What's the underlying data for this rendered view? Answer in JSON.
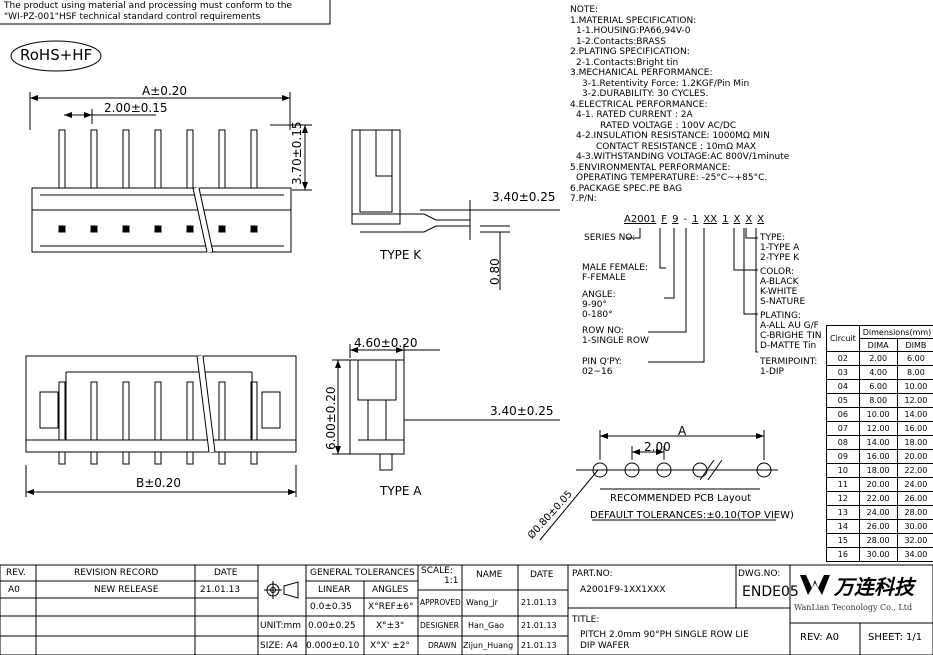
{
  "header": {
    "requirement_line1": "The product using material and processing must conform to the",
    "requirement_line2": "\"WI-PZ-001\"HSF technical standard control requirements",
    "rohs": "RoHS+HF"
  },
  "drawing": {
    "dim_a": "A±0.20",
    "dim_pitch": "2.00±0.15",
    "dim_height": "3.70±0.15",
    "dim_340_k": "3.40±0.25",
    "dim_080": "0.80",
    "type_k": "TYPE K",
    "dim_b": "B±0.20",
    "dim_600": "6.00±0.20",
    "dim_460": "4.60±0.20",
    "dim_340_a": "3.40±0.25",
    "type_a": "TYPE A",
    "pcb_a": "A",
    "pcb_pitch": "2.00",
    "pcb_hole": "Ø0.80±0.05",
    "pcb_caption": "RECOMMENDED PCB Layout",
    "default_tol": "DEFAULT TOLERANCES:±0.10(TOP VIEW)"
  },
  "notes": [
    "NOTE:",
    "1.MATERIAL SPECIFICATION:",
    "  1-1.HOUSING:PA66,94V-0",
    "  1-2.Contacts:BRASS",
    "2.PLATING SPECIFICATION:",
    "  2-1.Contacts:Bright tin",
    "3.MECHANICAL PERFORMANCE:",
    "   3-1.Retentivity Force: 1.2KGF/Pin Min",
    "   3-2.DURABILITY: 30 CYCLES.",
    "4.ELECTRICAL PERFORMANCE:",
    "  4-1. RATED   CURRENT : 2A",
    "        RATED   VOLTAGE : 100V AC/DC",
    "  4-2.INSULATION RESISTANCE: 1000MΩ MIN",
    "       CONTACT RESISTANCE : 10mΩ MAX",
    "  4-3.WITHSTANDING VOLTAGE:AC 800V/1minute",
    "5.ENVIRONMENTAL PERFORMANCE:",
    "  OPERATING TEMPERATURE: -25°C~+85°C.",
    "6.PACKAGE SPEC.PE BAG",
    "7.P/N:"
  ],
  "pn": {
    "code": [
      "A2001",
      "F",
      "9",
      "-",
      "1",
      "XX",
      "1",
      "X",
      "X",
      "X"
    ],
    "series": "SERIES NO:",
    "male_female": "MALE FEMALE:",
    "f_female": "F-FEMALE",
    "angle": "ANGLE:",
    "angle_9": "9-90°",
    "angle_0": "0-180°",
    "row": "ROW NO:",
    "single_row": "1-SINGLE ROW",
    "pin_qty": "PIN Q'PY:",
    "pin_range": "02~16",
    "type": "TYPE:",
    "type_a": "1-TYPE A",
    "type_k": "2-TYPE K",
    "color": "COLOR:",
    "black": "A-BLACK",
    "white": "K-WHITE",
    "nature": "S-NATURE",
    "plating": "PLATING:",
    "all_au": "A-ALL AU G/F",
    "bright_tin": "C-BRIGHE TIN",
    "matte_tin": "D-MATTE Tin",
    "termipoint": "TERMIPOINT:",
    "dip": "1-DIP"
  },
  "dim_table": {
    "circuit": "Circuit",
    "dimensions": "Dimensions(mm)",
    "dima": "DIMA",
    "dimb": "DIMB",
    "rows": [
      [
        "02",
        "2.00",
        "6.00"
      ],
      [
        "03",
        "4.00",
        "8.00"
      ],
      [
        "04",
        "6.00",
        "10.00"
      ],
      [
        "05",
        "8.00",
        "12.00"
      ],
      [
        "06",
        "10.00",
        "14.00"
      ],
      [
        "07",
        "12.00",
        "16.00"
      ],
      [
        "08",
        "14.00",
        "18.00"
      ],
      [
        "09",
        "16.00",
        "20.00"
      ],
      [
        "10",
        "18.00",
        "22.00"
      ],
      [
        "11",
        "20.00",
        "24.00"
      ],
      [
        "12",
        "22.00",
        "26.00"
      ],
      [
        "13",
        "24.00",
        "28.00"
      ],
      [
        "14",
        "26.00",
        "30.00"
      ],
      [
        "15",
        "28.00",
        "32.00"
      ],
      [
        "16",
        "30.00",
        "34.00"
      ]
    ]
  },
  "title_block": {
    "rev_h": "REV.",
    "record_h": "REVISION RECORD",
    "date_h": "DATE",
    "rev_a0": "A0",
    "new_release": "NEW RELEASE",
    "release_date": "21.01.13",
    "general_tol": "GENERAL TOLERANCES",
    "linear": "LINEAR",
    "angles": "ANGLES",
    "lin1": "0.0±0.35",
    "ang1": "X°REF±6°",
    "unit": "UNIT:mm",
    "lin2": "0.00±0.25",
    "ang2": "X°±3°",
    "size": "SIZE: A4",
    "lin3": "0.000±0.10",
    "ang3": "X°X' ±2°",
    "scale": "SCALE:",
    "scale_val": "1:1",
    "name_h": "NAME",
    "date_h2": "DATE",
    "approved": "APPROVED",
    "approved_name": "Wang_jr",
    "approved_date": "21.01.13",
    "designer": "DESIGNER",
    "designer_name": "Han_Gao",
    "designer_date": "21.01.13",
    "drawn": "DRAWN",
    "drawn_name": "Zijun_Huang",
    "drawn_date": "21.01.13",
    "partno_h": "PART.NO:",
    "partno": "A2001F9-1XX1XXX",
    "dwgno_h": "DWG.NO:",
    "dwgno": "ENDE05",
    "title_h": "TITLE:",
    "title1": "PITCH 2.0mm 90°PH SINGLE ROW LIE",
    "title2": "DIP WAFER",
    "company_cn": "万连科技",
    "company_en": "WanLian Teconology Co., Ltd",
    "rev": "REV:  A0",
    "sheet": "SHEET: 1/1"
  }
}
